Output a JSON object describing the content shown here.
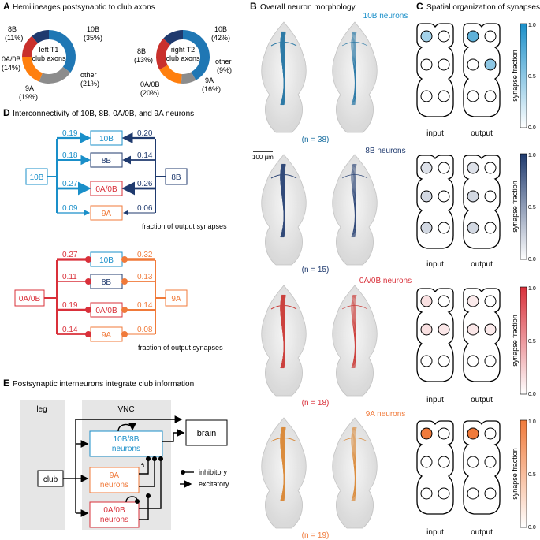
{
  "panelA": {
    "letter": "A",
    "title": "Hemilineages postsynaptic to club axons",
    "charts": [
      {
        "center_label_1": "left T1",
        "center_label_2": "club axons",
        "slices": [
          {
            "name": "10B",
            "pct_label": "(35%)",
            "value": 35,
            "color": "#1f77b4"
          },
          {
            "name": "other",
            "pct_label": "(21%)",
            "value": 21,
            "color": "#8c8c8c"
          },
          {
            "name": "9A",
            "pct_label": "(19%)",
            "value": 19,
            "color": "#ff7f0e"
          },
          {
            "name": "0A/0B",
            "pct_label": "(14%)",
            "value": 14,
            "color": "#c9302c"
          },
          {
            "name": "8B",
            "pct_label": "(11%)",
            "value": 11,
            "color": "#1f3a6e"
          }
        ]
      },
      {
        "center_label_1": "right T2",
        "center_label_2": "club axons",
        "slices": [
          {
            "name": "10B",
            "pct_label": "(42%)",
            "value": 42,
            "color": "#1f77b4"
          },
          {
            "name": "other",
            "pct_label": "(9%)",
            "value": 9,
            "color": "#8c8c8c"
          },
          {
            "name": "9A",
            "pct_label": "(16%)",
            "value": 16,
            "color": "#ff7f0e"
          },
          {
            "name": "0A/0B",
            "pct_label": "(20%)",
            "value": 20,
            "color": "#c9302c"
          },
          {
            "name": "8B",
            "pct_label": "(13%)",
            "value": 13,
            "color": "#1f3a6e"
          }
        ]
      }
    ]
  },
  "panelB": {
    "letter": "B",
    "title": "Overall neuron morphology",
    "scale_label": "100 µm",
    "rows": [
      {
        "name": "10B neurons",
        "n": "(n = 38)",
        "color": "#1a6fa0"
      },
      {
        "name": "8B neurons",
        "n": "(n = 15)",
        "color": "#1f3a6e"
      },
      {
        "name": "0A/0B neurons",
        "n": "(n = 18)",
        "color": "#c9302c"
      },
      {
        "name": "9A neurons",
        "n": "(n = 19)",
        "color": "#d9822b"
      }
    ]
  },
  "panelC": {
    "letter": "C",
    "title": "Spatial organization of synapses",
    "input_label": "input",
    "output_label": "output",
    "colorbar_label": "synapse fraction",
    "ticks": [
      "1.0",
      "0.5",
      "0.0"
    ]
  },
  "panelD": {
    "letter": "D",
    "title": "Interconnectivity of 10B, 8B, 0A/0B, and 9A neurons",
    "top": {
      "left_source": "10B",
      "right_source": "8B",
      "targets": [
        "10B",
        "8B",
        "0A/0B",
        "9A"
      ],
      "left_values": [
        "0.19",
        "0.18",
        "0.27",
        "0.09"
      ],
      "right_values": [
        "0.20",
        "0.14",
        "0.26",
        "0.06"
      ],
      "caption": "fraction of output synapses"
    },
    "bottom": {
      "left_source": "0A/0B",
      "right_source": "9A",
      "targets": [
        "10B",
        "8B",
        "0A/0B",
        "9A"
      ],
      "left_values": [
        "0.27",
        "0.11",
        "0.19",
        "0.14"
      ],
      "right_values": [
        "0.32",
        "0.13",
        "0.14",
        "0.08"
      ],
      "caption": "fraction of output synapses"
    }
  },
  "panelE": {
    "letter": "E",
    "title": "Postsynaptic interneurons integrate club information",
    "leg": "leg",
    "vnc": "VNC",
    "club": "club",
    "brain": "brain",
    "box1_line1": "10B/8B",
    "box1_line2": "neurons",
    "box2_line1": "9A",
    "box2_line2": "neurons",
    "box3_line1": "0A/0B",
    "box3_line2": "neurons",
    "legend_inhibitory": "inhibitory",
    "legend_excitatory": "excitatory"
  },
  "colors": {
    "c10B": "#1a8fc9",
    "c8B": "#1f3a6e",
    "c0A0B": "#d9303a",
    "c9A": "#f07a3a"
  }
}
